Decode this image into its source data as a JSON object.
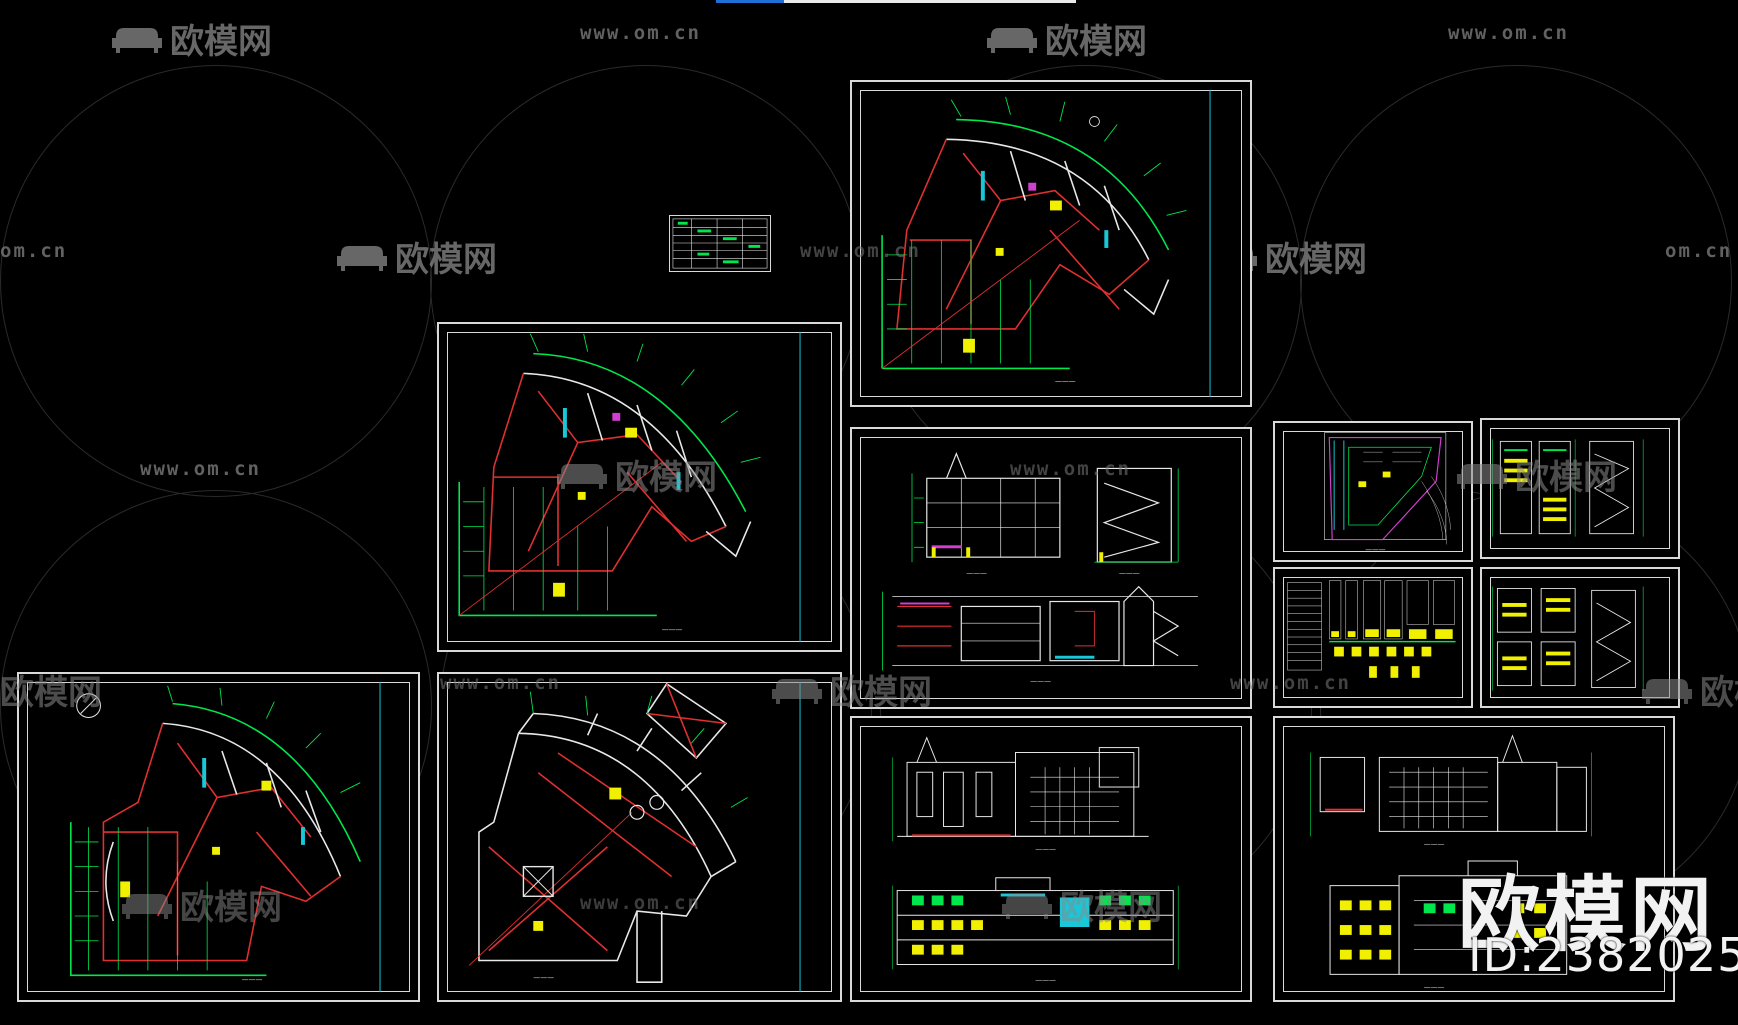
{
  "watermark": {
    "brand": "欧模网",
    "url": "www.om.cn",
    "url_short": "om.cn",
    "brand_cut": "欧模网"
  },
  "corner_branding": {
    "logo_text": "欧模网",
    "id_text": "ID:2382025"
  },
  "colors": {
    "background": "#000000",
    "frame": "#d9d9d9",
    "cad_green": "#00e64d",
    "cad_red": "#e03030",
    "cad_yellow": "#f0f000",
    "cad_cyan": "#18c8d8",
    "cad_magenta": "#d040d0",
    "cad_white": "#e8e8e8",
    "progress_accent": "#1f6fd6"
  },
  "drawing_sheets": [
    {
      "id": "sheet-legend-table",
      "kind": "table"
    },
    {
      "id": "sheet-plan-top",
      "kind": "floor-plan-curved"
    },
    {
      "id": "sheet-plan-mid-left",
      "kind": "floor-plan-curved"
    },
    {
      "id": "sheet-plan-bottom-left",
      "kind": "floor-plan-curved"
    },
    {
      "id": "sheet-plan-bottom-mid",
      "kind": "roof-plan-curved"
    },
    {
      "id": "sheet-sections",
      "kind": "sections"
    },
    {
      "id": "sheet-site-plan",
      "kind": "site-plan"
    },
    {
      "id": "sheet-stair-detail-a",
      "kind": "stair-detail"
    },
    {
      "id": "sheet-door-window",
      "kind": "door-window-schedule"
    },
    {
      "id": "sheet-stair-detail-b",
      "kind": "stair-detail"
    },
    {
      "id": "sheet-elevations-a",
      "kind": "elevations"
    },
    {
      "id": "sheet-elevations-b",
      "kind": "elevations"
    }
  ],
  "progress": {
    "fraction": 0.19
  }
}
